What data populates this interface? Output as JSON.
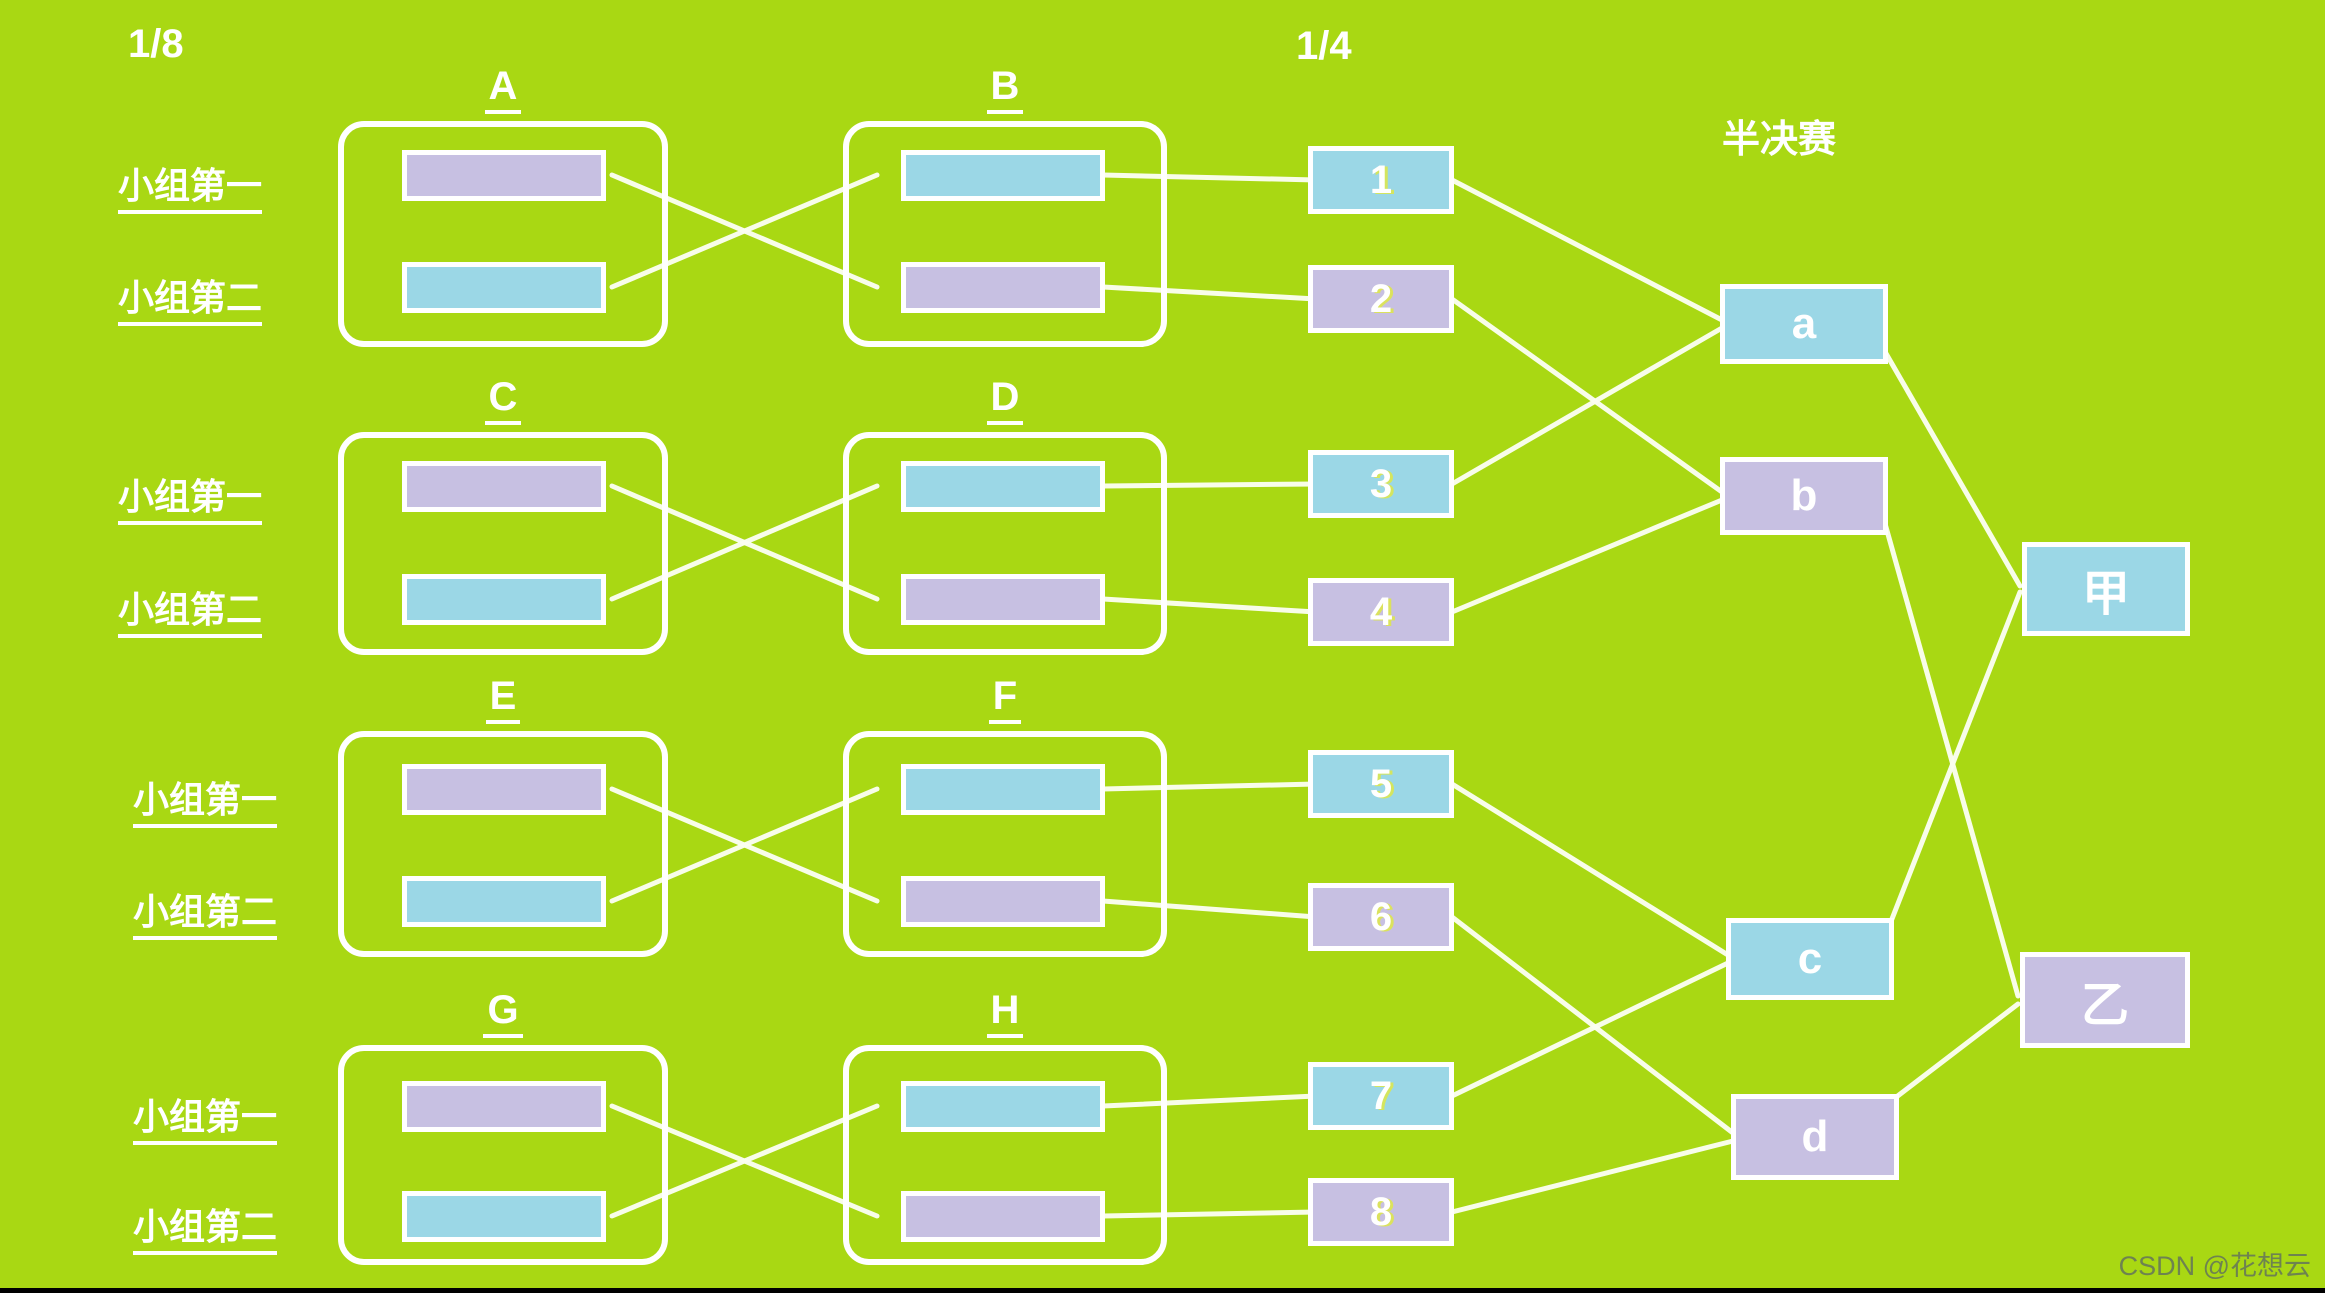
{
  "stage_labels": {
    "round_of_16": "1/8",
    "quarter_finals": "1/4",
    "semi_finals": "半决赛"
  },
  "row_labels": {
    "first": "小组第一",
    "second": "小组第二"
  },
  "groups": [
    {
      "letter": "A"
    },
    {
      "letter": "B"
    },
    {
      "letter": "C"
    },
    {
      "letter": "D"
    },
    {
      "letter": "E"
    },
    {
      "letter": "F"
    },
    {
      "letter": "G"
    },
    {
      "letter": "H"
    }
  ],
  "quarter_slots": [
    {
      "label": "1",
      "color": "cyan"
    },
    {
      "label": "2",
      "color": "purple"
    },
    {
      "label": "3",
      "color": "cyan"
    },
    {
      "label": "4",
      "color": "purple"
    },
    {
      "label": "5",
      "color": "cyan"
    },
    {
      "label": "6",
      "color": "purple"
    },
    {
      "label": "7",
      "color": "cyan"
    },
    {
      "label": "8",
      "color": "purple"
    }
  ],
  "semi_slots": [
    {
      "label": "a",
      "color": "cyan"
    },
    {
      "label": "b",
      "color": "purple"
    },
    {
      "label": "c",
      "color": "cyan"
    },
    {
      "label": "d",
      "color": "purple"
    }
  ],
  "final_slots": [
    {
      "label": "甲",
      "color": "cyan"
    },
    {
      "label": "乙",
      "color": "purple"
    }
  ],
  "connections": {
    "group_pairings": [
      [
        "A",
        "B"
      ],
      [
        "C",
        "D"
      ],
      [
        "E",
        "F"
      ],
      [
        "G",
        "H"
      ]
    ],
    "semi_sources": {
      "a": [
        "1",
        "3"
      ],
      "b": [
        "2",
        "4"
      ],
      "c": [
        "5",
        "7"
      ],
      "d": [
        "6",
        "8"
      ]
    },
    "final_sources": {
      "甲": [
        "a",
        "c"
      ],
      "乙": [
        "b",
        "d"
      ]
    }
  },
  "watermark": "CSDN @花想云",
  "colors": {
    "background": "#a9d813",
    "cyan": "#9bd7e6",
    "purple": "#c7c0e2",
    "line": "#fcfff2",
    "text": "#ffffff"
  }
}
